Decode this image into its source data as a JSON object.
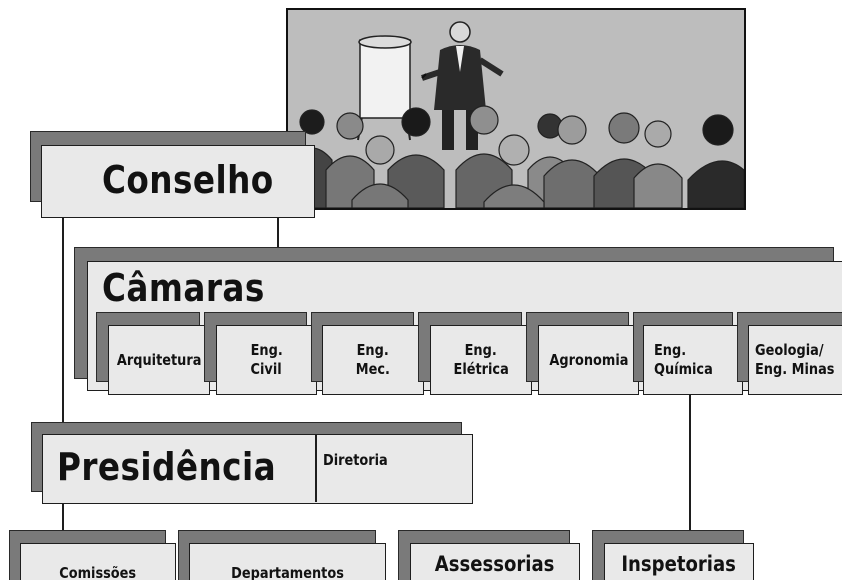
{
  "nodes": {
    "conselho": "Conselho",
    "camaras": "Câmaras",
    "presidencia": "Presidência",
    "diretoria": "Diretoria",
    "comissoes": "Comissões",
    "departamentos": "Departamentos",
    "assessorias": "Assessorias",
    "inspetorias": "Inspetorias"
  },
  "camaras_items": [
    {
      "line1": "Arquitetura",
      "line2": ""
    },
    {
      "line1": "Eng.",
      "line2": "Civil"
    },
    {
      "line1": "Eng.",
      "line2": "Mec."
    },
    {
      "line1": "Eng.",
      "line2": "Elétrica"
    },
    {
      "line1": "Agronomia",
      "line2": ""
    },
    {
      "line1": "Eng.",
      "line2": "Química"
    },
    {
      "line1": "Geologia/",
      "line2": "Eng. Minas"
    }
  ],
  "illustration": {
    "icon": "presentation-meeting-icon"
  }
}
